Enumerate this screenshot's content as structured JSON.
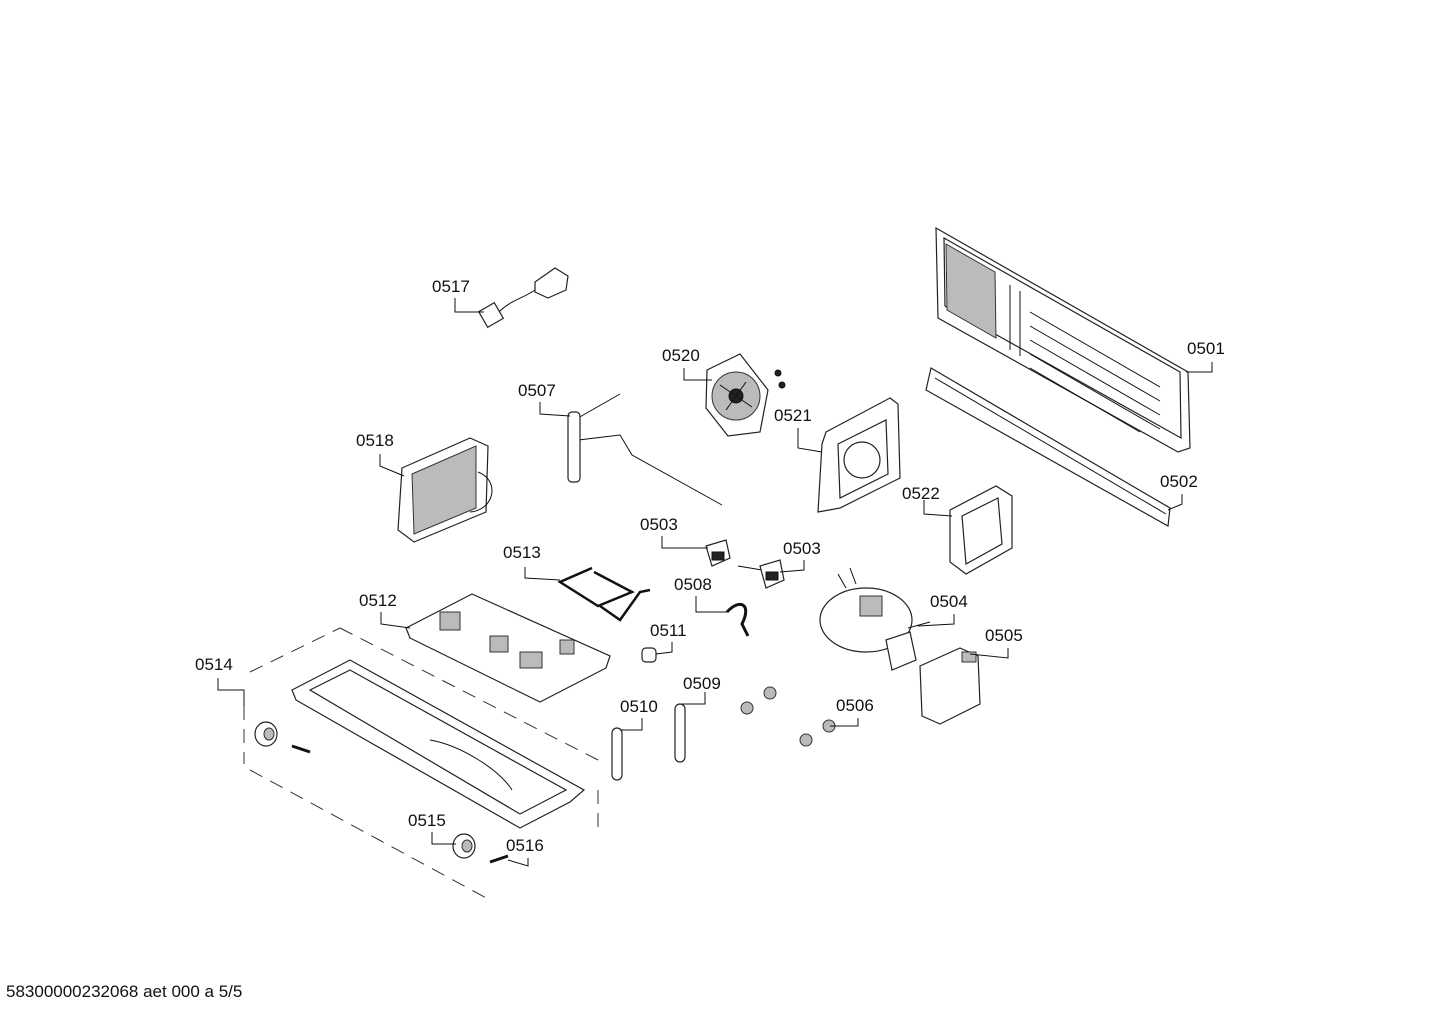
{
  "parts": [
    {
      "id": "p0501",
      "label": "0501"
    },
    {
      "id": "p0502",
      "label": "0502"
    },
    {
      "id": "p0503a",
      "label": "0503"
    },
    {
      "id": "p0503b",
      "label": "0503"
    },
    {
      "id": "p0504",
      "label": "0504"
    },
    {
      "id": "p0505",
      "label": "0505"
    },
    {
      "id": "p0506",
      "label": "0506"
    },
    {
      "id": "p0507",
      "label": "0507"
    },
    {
      "id": "p0508",
      "label": "0508"
    },
    {
      "id": "p0509",
      "label": "0509"
    },
    {
      "id": "p0510",
      "label": "0510"
    },
    {
      "id": "p0511",
      "label": "0511"
    },
    {
      "id": "p0512",
      "label": "0512"
    },
    {
      "id": "p0513",
      "label": "0513"
    },
    {
      "id": "p0514",
      "label": "0514"
    },
    {
      "id": "p0515",
      "label": "0515"
    },
    {
      "id": "p0516",
      "label": "0516"
    },
    {
      "id": "p0517",
      "label": "0517"
    },
    {
      "id": "p0518",
      "label": "0518"
    },
    {
      "id": "p0520",
      "label": "0520"
    },
    {
      "id": "p0521",
      "label": "0521"
    },
    {
      "id": "p0522",
      "label": "0522"
    }
  ],
  "footer": {
    "doc_code": "58300000232068 aet 000 a 5/5"
  }
}
